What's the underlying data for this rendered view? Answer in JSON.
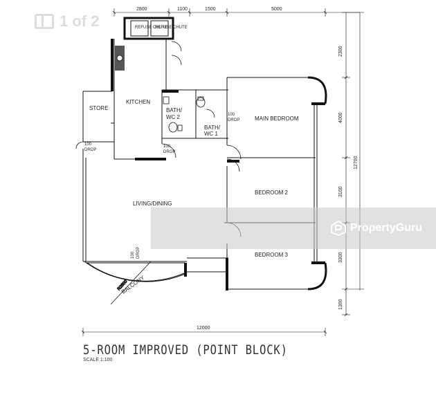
{
  "gallery": {
    "counter": "1 of 2"
  },
  "watermark": {
    "brand": "PropertyGuru"
  },
  "plan": {
    "title": "5-ROOM IMPROVED (POINT BLOCK)",
    "scale": "SCALE  1:100",
    "rooms": {
      "kitchen": "KITCHEN",
      "store": "STORE",
      "bath2_line1": "BATH/",
      "bath2_line2": "WC 2",
      "bath1_line1": "BATH/",
      "bath1_line2": "WC 1",
      "main_bedroom": "MAIN BEDROOM",
      "bedroom2": "BEDROOM 2",
      "bedroom3": "BEDROOM 3",
      "living_dining": "LIVING/DINING",
      "balcony": "BALCONY",
      "refuse_chute": "REFUSE CHUTE"
    },
    "drop_notes": {
      "value": "100",
      "label": "DROP"
    },
    "balcony_radius": "R2600",
    "dimensions": {
      "top": [
        "2800",
        "1100",
        "1500",
        "5000"
      ],
      "right": [
        "2300",
        "4000",
        "3100",
        "3300",
        "1300"
      ],
      "overall_height": "12700",
      "overall_width": "12000"
    }
  }
}
